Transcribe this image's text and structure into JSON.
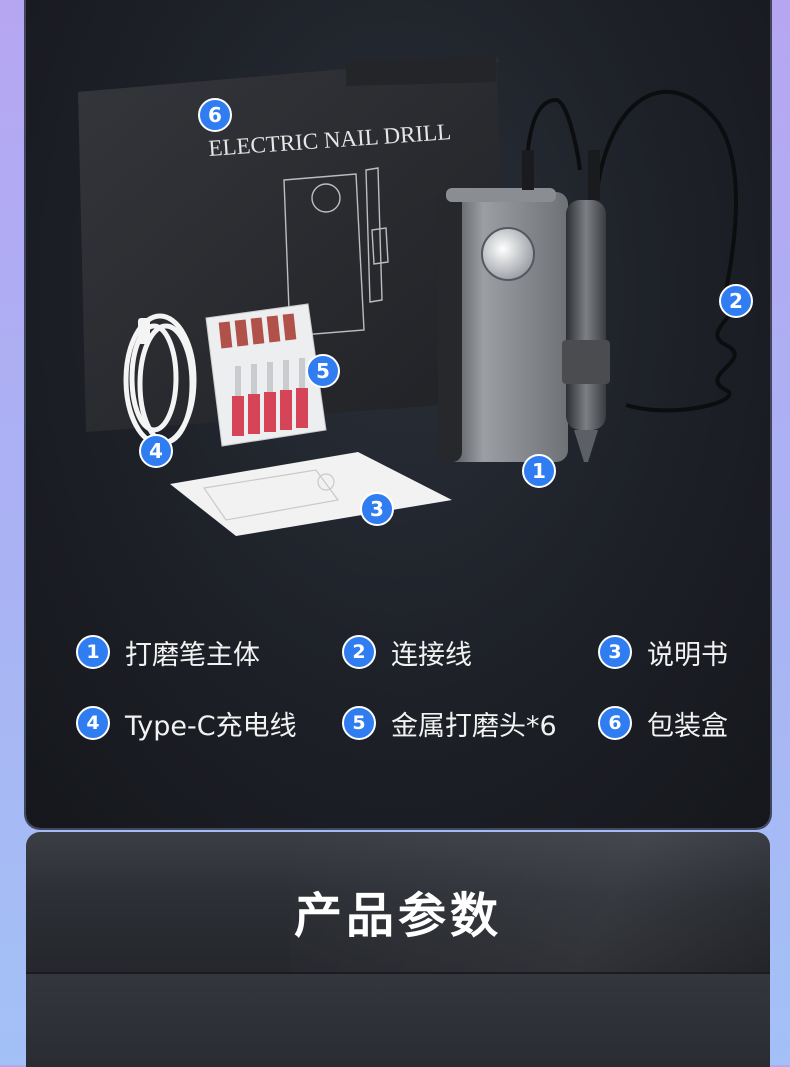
{
  "product_photo": {
    "box_title": "ELECTRIC NAIL DRILL"
  },
  "badges": [
    "1",
    "2",
    "3",
    "4",
    "5",
    "6"
  ],
  "legend": [
    {
      "num": "1",
      "label": "打磨笔主体"
    },
    {
      "num": "2",
      "label": "连接线"
    },
    {
      "num": "3",
      "label": "说明书"
    },
    {
      "num": "4",
      "label": "Type-C充电线"
    },
    {
      "num": "5",
      "label": "金属打磨头*6"
    },
    {
      "num": "6",
      "label": "包装盒"
    }
  ],
  "section_title": "产品参数",
  "colors": {
    "badge": "#2f7df0",
    "panel": "#1d2027",
    "background": "#b6a6f2"
  }
}
